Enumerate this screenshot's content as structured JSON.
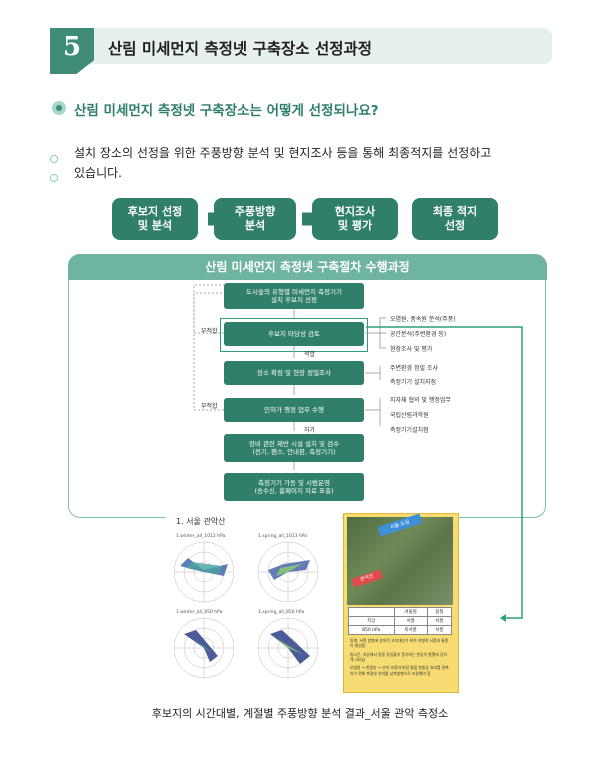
{
  "header": {
    "number": "5",
    "title": "산림 미세먼지 측정넷 구축장소 선정과정"
  },
  "question": "산림 미세먼지 측정넷 구축장소는 어떻게 선정되나요?",
  "body": {
    "line1": "설치 장소의 선정을 위한 주풍방향 분석 및 현지조사 등을 통해 최종적지를 선정하고",
    "line2": "있습니다."
  },
  "steps": [
    {
      "line1": "후보지 선정",
      "line2": "및 분석"
    },
    {
      "line1": "주풍방향",
      "line2": "분석"
    },
    {
      "line1": "현지조사",
      "line2": "및 평가"
    },
    {
      "line1": "최종 적지",
      "line2": "선정"
    }
  ],
  "panel": {
    "title": "산림 미세먼지 측정넷 구축절차 수행과정",
    "flow": [
      {
        "line1": "도시숲의 유형별 미세먼지 측정기기",
        "line2": "설치 후보지 선정"
      },
      {
        "line1": "후보지 타당성 검토",
        "line2": ""
      },
      {
        "line1": "장소 확정 및 현장 정밀조사",
        "line2": ""
      },
      {
        "line1": "인허가 행정 업무 수행",
        "line2": ""
      },
      {
        "line1": "장비 관련 제반 시설 설치 및 검수",
        "line2": "(전기, 펜스, 안내판, 측정기기)"
      },
      {
        "line1": "측정기기 가동 및 시범운영",
        "line2": "(송수신, 홈페이지 자료 표출)"
      }
    ],
    "side_labels": {
      "unfit1": "부적합",
      "fit": "적합",
      "unfit2": "부적합",
      "permit": "허가"
    },
    "notes_a": [
      "오염원, 풍속원 분석(주풍)",
      "공간분석(주변환경 등)",
      "현장조사 및 평가"
    ],
    "notes_b": [
      "주변환경 정밀 조사",
      "측정기기 설치지점"
    ],
    "notes_c": [
      "지자체 협의 및 행정업무",
      "국립산림과학원",
      "측정기기설치점"
    ]
  },
  "figure": {
    "heading": "1. 서울 관악산",
    "radar_titles": [
      "1.winter_all_1013 hPa",
      "1.spring_all_1013 hPa",
      "1.winter_all_850 hPa",
      "1.spring_all_850 hPa"
    ],
    "map_labels": [
      "서울 도심",
      "관악산"
    ],
    "table": {
      "headers": [
        "",
        "겨울철",
        "봄철"
      ],
      "rows": [
        [
          "지상",
          "서풍",
          "서풍"
        ],
        [
          "850 hPa",
          "북서풍",
          "서풍"
        ]
      ]
    },
    "notes": [
      "동계, 서쪽 방향에 상대적 고지대인가 위치 지형적 서풍과 통풍이 형성됨",
      "밤시간, 지상에서 동풍 유입율이 증가하는 현상이 봄철에 강하게 나타남",
      "오염원 → 한중송 → 산지 조용의 바람 통합 한중송 효과를 관측하기 위해 측정넷 위치를 남북방향으로 조절해야 함"
    ]
  },
  "caption": "후보지의 시간대별, 계절별 주풍방향 분석 결과_서울 관악 측정소",
  "colors": {
    "primary": "#2f7f6a",
    "panel_head": "#6fb3a1",
    "header_bg": "#e6f0ed",
    "map_frame": "#f2c84b"
  }
}
